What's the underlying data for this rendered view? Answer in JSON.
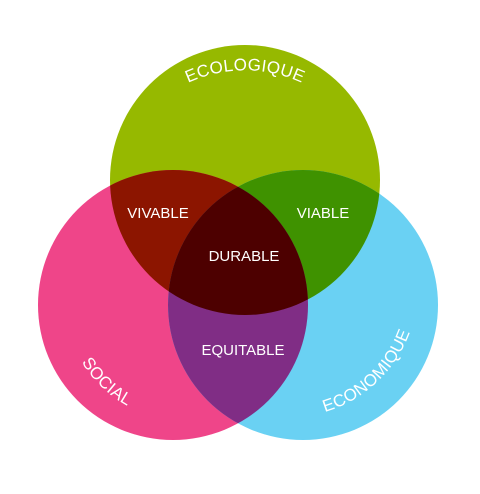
{
  "sets": {
    "ecologique": {
      "label": "ECOLOGIQUE",
      "color": "#96b900"
    },
    "social": {
      "label": "SOCIAL",
      "color": "#ef4589"
    },
    "economique": {
      "label": "ECONOMIQUE",
      "color": "#6ad1f3"
    }
  },
  "regions": {
    "vivable": {
      "label": "VIVABLE",
      "color": "#8c1500"
    },
    "viable": {
      "label": "VIABLE",
      "color": "#3f9200"
    },
    "equitable": {
      "label": "EQUITABLE",
      "color": "#802d85"
    },
    "durable": {
      "label": "DURABLE",
      "color": "#4d0000"
    }
  }
}
